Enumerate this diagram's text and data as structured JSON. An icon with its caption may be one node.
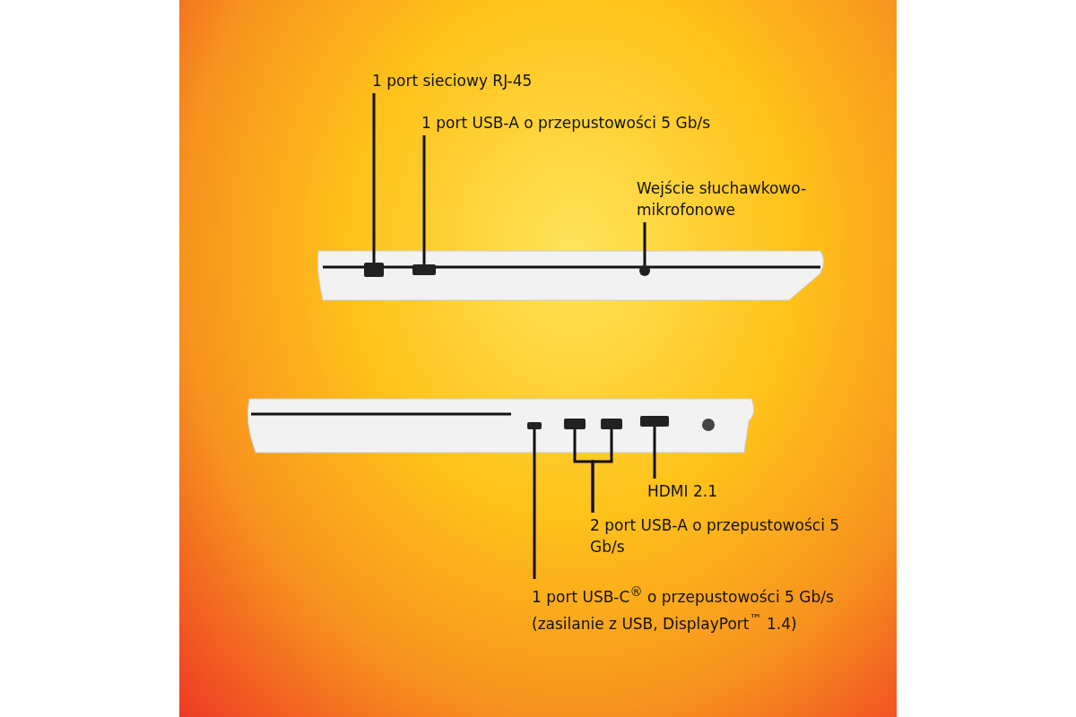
{
  "diagram": {
    "nodes": [
      {
        "text": [
          "1 port sieciowy RJ-45"
        ]
      },
      {
        "text": [],
        "shape": "box"
      },
      {
        "text": [
          "1 port USB-A o przepustowości 5 Gb/s"
        ]
      },
      {
        "text": [],
        "shape": "box"
      },
      {
        "text": [
          "Wejście słuchawkowo-mikrofonowe"
        ]
      },
      {
        "text": [],
        "shape": "circle"
      },
      {
        "text": [],
        "shape": "box"
      },
      {
        "text": [],
        "shape": "box"
      },
      {
        "text": [],
        "shape": "box"
      },
      {
        "text": [],
        "shape": "box"
      },
      {
        "text": [
          "HDMI 2.1"
        ]
      },
      {
        "text": [
          "2 port USB-A o przepustowości 5 Gb/s"
        ]
      },
      {
        "text": [
          "1 port USB-C$^{®}$ o przepustowości 5 Gb/s (zasilanie z USB, DisplayPort$^{™}$ 1.4)"
        ]
      }
    ],
    "edges": [
      {
        "from": 0,
        "to": 1,
        "arrow": "none"
      },
      {
        "from": 2,
        "to": 3,
        "arrow": "none"
      },
      {
        "from": 4,
        "to": 5,
        "arrow": "none"
      },
      {
        "from": 10,
        "to": 9,
        "arrow": "none"
      },
      {
        "from": 11,
        "to": 7,
        "arrow": "none"
      },
      {
        "from": 11,
        "to": 8,
        "arrow": "none"
      },
      {
        "from": 12,
        "to": 6,
        "arrow": "none"
      }
    ]
  }
}
